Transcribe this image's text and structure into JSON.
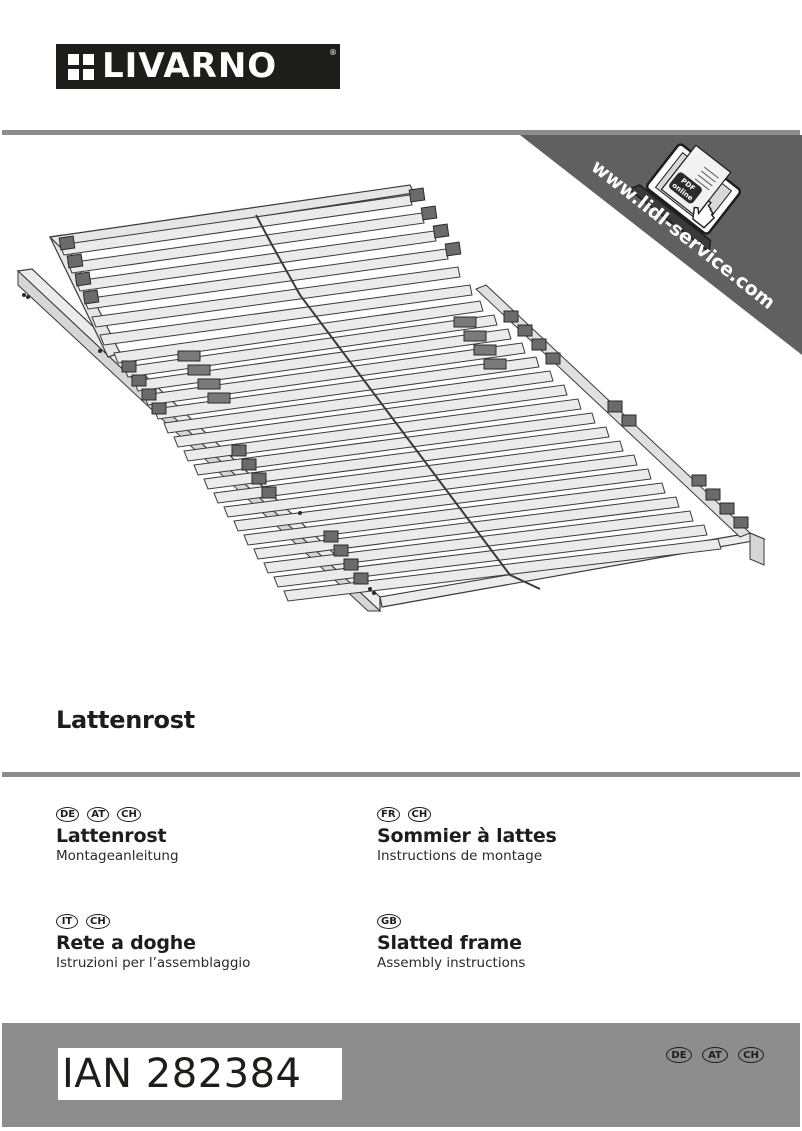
{
  "brand": {
    "name": "LIVARNO",
    "registered_mark": "®"
  },
  "banner": {
    "url_text": "www.lidl-service.com",
    "pdf_label_line1": "PDF",
    "pdf_label_line2": "online",
    "icon": "laptop-pdf-hand-icon",
    "background": "#616060"
  },
  "illustration": {
    "subject": "slatted-bed-frame",
    "icon": "slatted-frame-illustration"
  },
  "product": {
    "title": "Lattenrost"
  },
  "languages": [
    {
      "badges": [
        "DE",
        "AT",
        "CH"
      ],
      "title": "Lattenrost",
      "subtitle": "Montageanleitung"
    },
    {
      "badges": [
        "FR",
        "CH"
      ],
      "title": "Sommier à lattes",
      "subtitle": "Instructions de montage"
    },
    {
      "badges": [
        "IT",
        "CH"
      ],
      "title": "Rete a doghe",
      "subtitle": "Istruzioni per l’assemblaggio"
    },
    {
      "badges": [
        "GB"
      ],
      "title": "Slatted frame",
      "subtitle": "Assembly instructions"
    }
  ],
  "footer": {
    "ian": "IAN 282384",
    "badges": [
      "DE",
      "AT",
      "CH"
    ],
    "background": "#8e8d8d"
  },
  "colors": {
    "rule": "#8c8c8c",
    "text": "#1d1d1b",
    "slat": "#e6e6e6",
    "slat_outline": "#3a3a3a",
    "cap_dark": "#6b6b6b"
  }
}
